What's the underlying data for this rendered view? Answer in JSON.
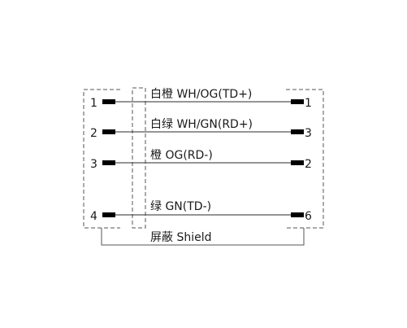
{
  "left_connector": {
    "pins": [
      "1",
      "2",
      "3",
      "4"
    ]
  },
  "right_connector": {
    "pins": [
      "1",
      "3",
      "2",
      "6"
    ]
  },
  "wires": [
    {
      "label": "白橙  WH/OG(TD+)",
      "left_pin": "1",
      "right_pin": "1"
    },
    {
      "label": "白绿  WH/GN(RD+)",
      "left_pin": "2",
      "right_pin": "3"
    },
    {
      "label": "橙  OG(RD-)",
      "left_pin": "3",
      "right_pin": "2"
    },
    {
      "label": "绿  GN(TD-)",
      "left_pin": "4",
      "right_pin": "6"
    }
  ],
  "shield": {
    "label": "屏蔽  Shield"
  }
}
